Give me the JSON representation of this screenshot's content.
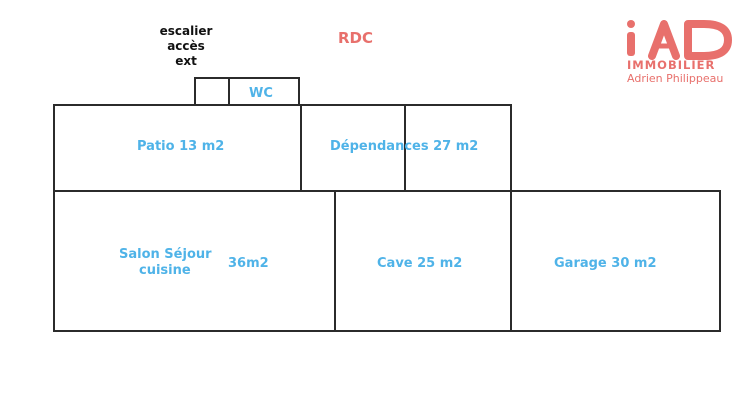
{
  "level": "RDC",
  "stair_note": {
    "line1": "escalier",
    "line2": "accès",
    "line3": "ext"
  },
  "brand": {
    "logo_text": "iAD",
    "line1": "IMMOBILIER",
    "line2": "Adrien Philippeau"
  },
  "rooms": {
    "wc": "WC",
    "patio": "Patio 13 m2",
    "dependances": "Dépendances 27 m2",
    "salon_line1": "Salon Séjour",
    "salon_line2": "cuisine",
    "salon_area": "36m2",
    "cave": "Cave 25 m2",
    "garage": "Garage 30 m2"
  },
  "colors": {
    "room_label": "#4fb3e8",
    "brand": "#e8706c",
    "wall": "#2b2b2b"
  }
}
